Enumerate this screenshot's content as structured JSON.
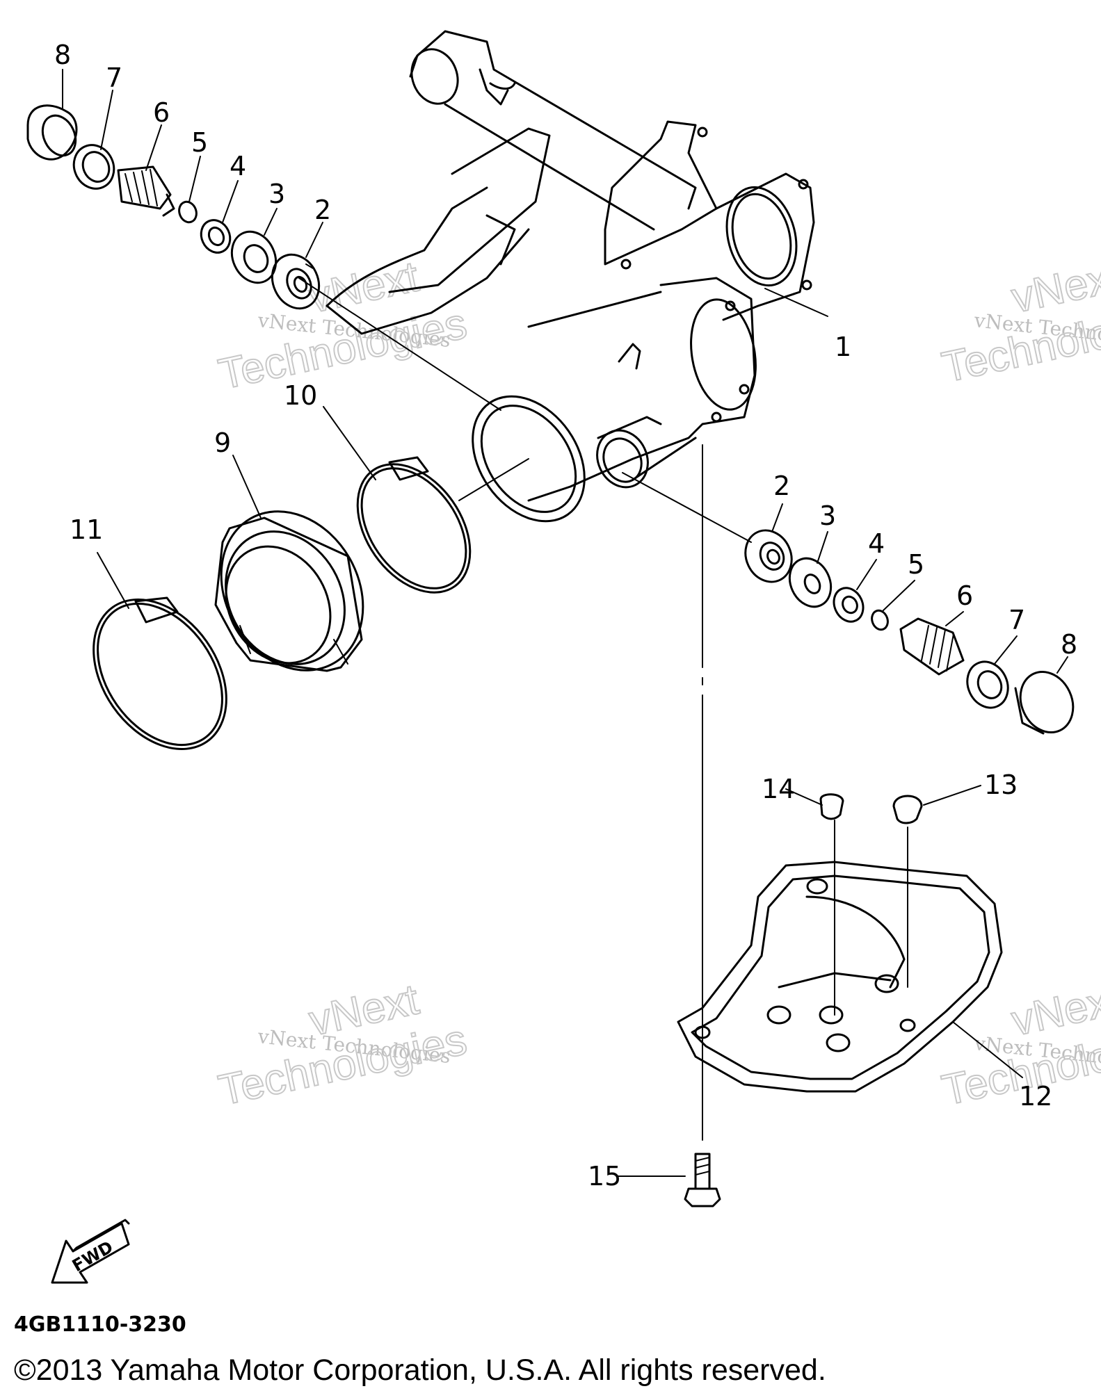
{
  "callouts": {
    "c1": "1",
    "c2a": "2",
    "c3a": "3",
    "c4a": "4",
    "c5a": "5",
    "c6a": "6",
    "c7a": "7",
    "c8a": "8",
    "c2b": "2",
    "c3b": "3",
    "c4b": "4",
    "c5b": "5",
    "c6b": "6",
    "c7b": "7",
    "c8b": "8",
    "c9": "9",
    "c10": "10",
    "c11": "11",
    "c12": "12",
    "c13": "13",
    "c14": "14",
    "c15": "15"
  },
  "watermark": {
    "small": "vNext Technologies",
    "big_line1": "vNext",
    "big_line2": "Technologies"
  },
  "fwd_label": "FWD",
  "diagram_code": "4GB1110-3230",
  "copyright": "©2013 Yamaha Motor Corporation, U.S.A. All rights reserved."
}
